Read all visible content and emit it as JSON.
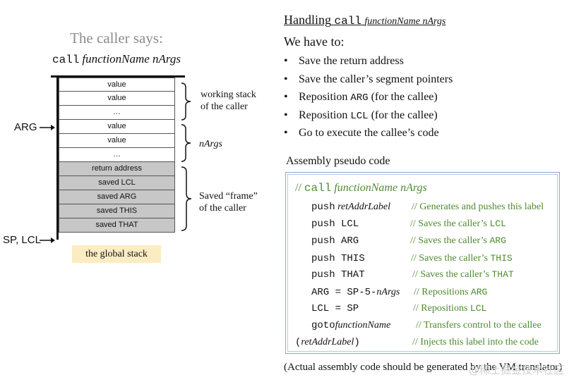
{
  "left": {
    "title": "The caller says:",
    "command_keyword": "call",
    "command_args": "functionName nArgs",
    "stack_cells": [
      {
        "text": "value",
        "frame": false
      },
      {
        "text": "value",
        "frame": false
      },
      {
        "text": "…",
        "frame": false
      },
      {
        "text": "value",
        "frame": false
      },
      {
        "text": "value",
        "frame": false
      },
      {
        "text": "…",
        "frame": false
      },
      {
        "text": "return address",
        "frame": true
      },
      {
        "text": "saved LCL",
        "frame": true
      },
      {
        "text": "saved ARG",
        "frame": true
      },
      {
        "text": "saved THIS",
        "frame": true
      },
      {
        "text": "saved THAT",
        "frame": true
      }
    ],
    "arg_pointer": "ARG",
    "sp_pointer": "SP, LCL",
    "brace_working_line1": "working stack",
    "brace_working_line2": "of the caller",
    "brace_nargs": "nArgs",
    "brace_frame_line1": "Saved “frame”",
    "brace_frame_line2": "of the caller",
    "global_stack_label": "the global stack"
  },
  "right": {
    "heading_text": "Handling",
    "heading_call": "call",
    "heading_args": "functionName nArgs",
    "we_have_to": "We have to:",
    "bullets": {
      "b1": "Save the return address",
      "b2": "Save the caller’s segment pointers",
      "b3_pre": "Reposition",
      "b3_code": "ARG",
      "b3_post": "(for the callee)",
      "b4_pre": "Reposition",
      "b4_code": "LCL",
      "b4_post": "(for the callee)",
      "b5": "Go to execute the callee’s code"
    },
    "assembly_title": "Assembly pseudo code",
    "code": {
      "header_slashes": "//",
      "header_call": "call",
      "header_args": "functionName nArgs",
      "l1_code": "push",
      "l1_arg": "retAddrLabel",
      "l1_comment": "// Generates and pushes this label",
      "l2_code": "push LCL",
      "l2_comment_pre": "// Saves the caller’s",
      "l2_comment_code": "LCL",
      "l3_code": "push ARG",
      "l3_comment_pre": "// Saves the caller’s",
      "l3_comment_code": "ARG",
      "l4_code": "push THIS",
      "l4_comment_pre": "// Saves the caller’s",
      "l4_comment_code": "THIS",
      "l5_code": "push THAT",
      "l5_comment_pre": "// Saves the caller’s",
      "l5_comment_code": "THAT",
      "l6_code": "ARG = SP-5-",
      "l6_arg": "nArgs",
      "l6_comment_pre": "// Repositions",
      "l6_comment_code": "ARG",
      "l7_code": "LCL = SP",
      "l7_comment_pre": "// Repositions",
      "l7_comment_code": "LCL",
      "l8_code": "goto",
      "l8_arg": "functionName",
      "l8_comment": "// Transfers control to the callee",
      "l9_open": "(",
      "l9_arg": "retAddrLabel",
      "l9_close": ")",
      "l9_comment": "// Injects this label into the code"
    },
    "footnote": "(Actual assembly code should be generated by the VM translator)",
    "watermark": "@稀土掘金技术社区"
  },
  "colors": {
    "frame_cell": "#c7c7c7",
    "global_stack_bg": "#fbecc2",
    "comment_green": "#4e8a2f",
    "code_box_border": "#8da5c8",
    "title_gray": "#8c8c8c"
  }
}
